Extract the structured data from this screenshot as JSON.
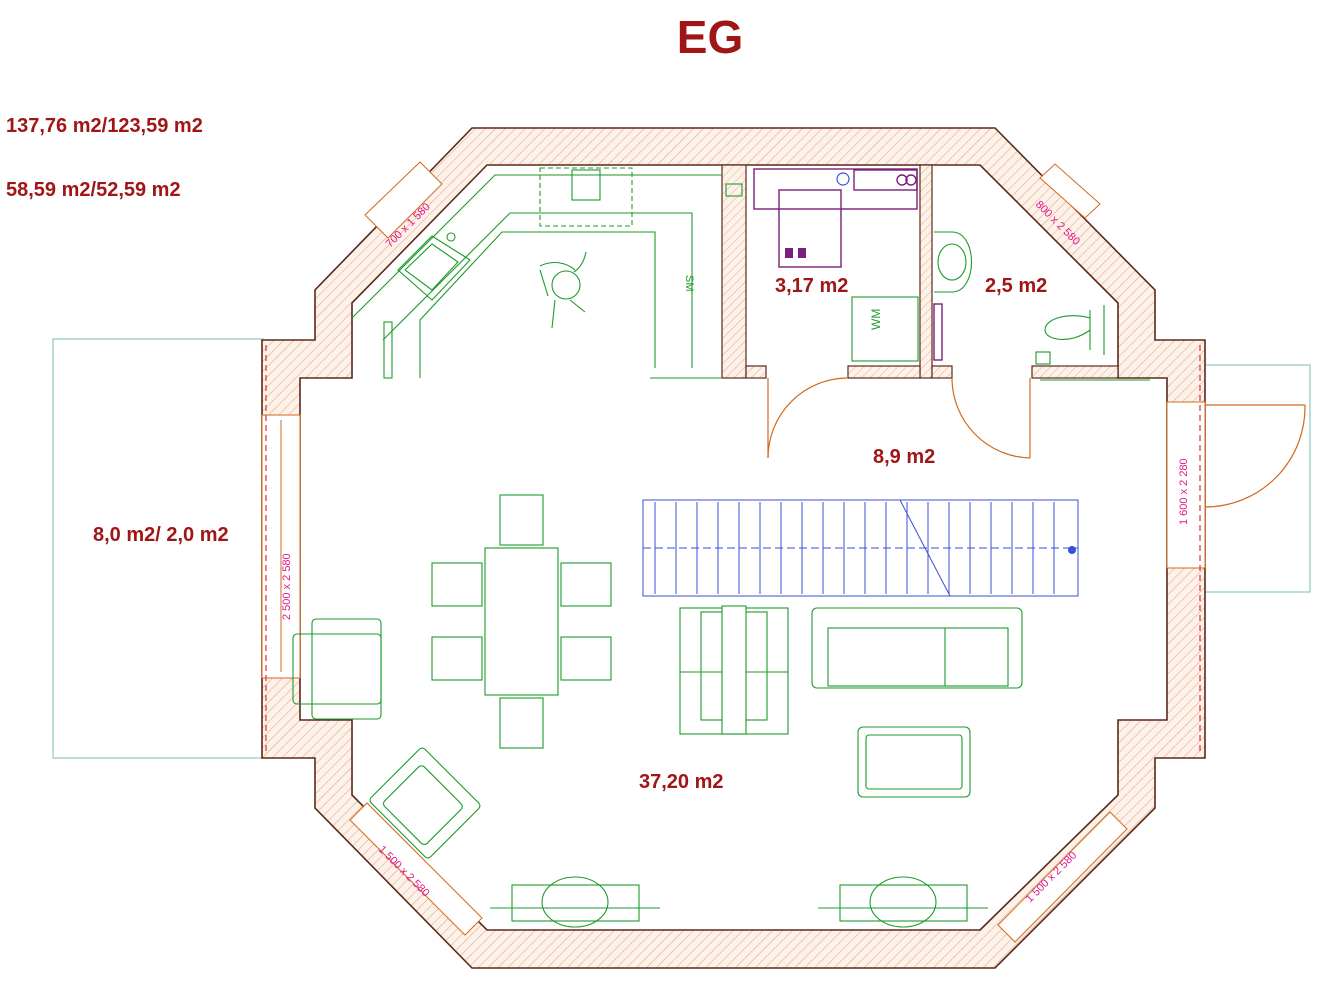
{
  "title": "EG",
  "totals": {
    "total_area": "137,76 m2/123,59 m2",
    "ground_area": "58,59 m2/52,59 m2"
  },
  "rooms": {
    "terrace": "8,0 m2/ 2,0 m2",
    "laundry": "3,17 m2",
    "wc": "2,5 m2",
    "hall": "8,9 m2",
    "living": "37,20 m2"
  },
  "windows": {
    "kitchen": "700 x 1 580",
    "wc": "800 x 2 580",
    "terrace": "2 500 x 2 580",
    "entrance": "1 600 x 2 280",
    "sw": "1 500 x 2 580",
    "se": "1 500 x 2 580"
  },
  "fixtures": {
    "dishwasher": "SM",
    "washer": "WM"
  },
  "colors": {
    "labels": "#a01616",
    "walls": "#5a2a1a",
    "furniture": "#1c9a2a",
    "doors": "#d2691e",
    "stairs": "#3a4fd8",
    "dimensions": "#e0188c",
    "terrace": "#8fc7bb"
  }
}
